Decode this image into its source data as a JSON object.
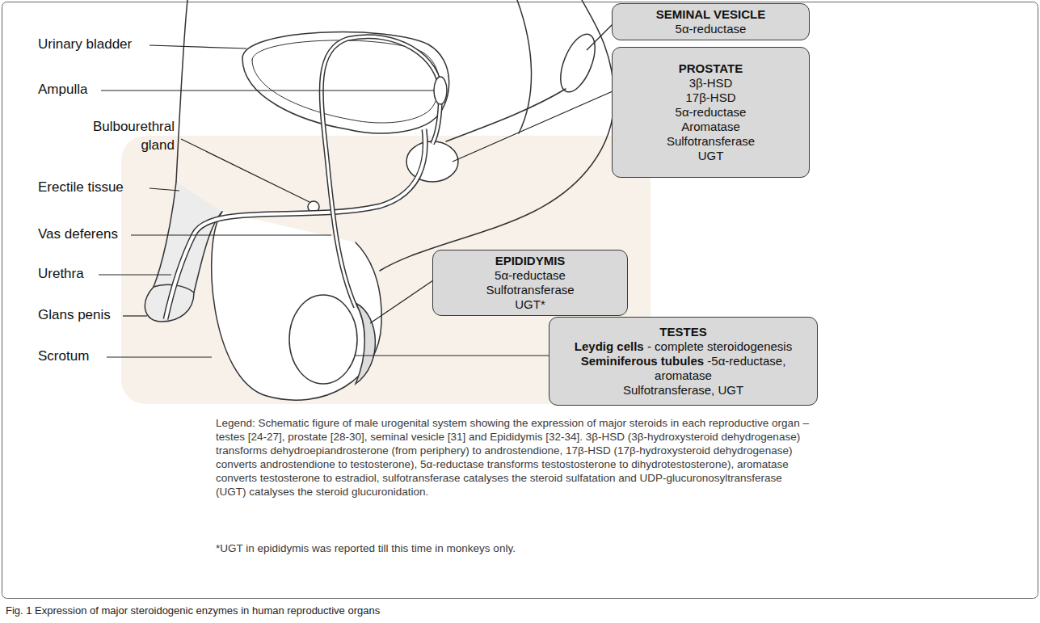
{
  "diagram": {
    "caption": "Fig. 1 Expression of major steroidogenic enzymes in human reproductive organs",
    "nodes": [
      {
        "text": [
          "SEMINAL VESICLE",
          "5α-reductase"
        ]
      },
      {
        "text": [
          "PROSTATE",
          "3β-HSD",
          "17β-HSD",
          "5α-reductase",
          "Aromatase",
          "Sulfotransferase",
          "UGT"
        ]
      },
      {
        "text": [
          "EPIDIDYMIS",
          "5α-reductase",
          "Sulfotransferase",
          "UGT*"
        ]
      },
      {
        "text": [
          "TESTES",
          "Leydig cells",
          "- complete steroidogenesis",
          "Seminiferous tubules",
          "-5α-reductase, aromatase",
          "Sulfotransferase, UGT"
        ]
      }
    ],
    "labels": [
      "Urinary bladder",
      "Ampulla",
      "Bulbourethral gland",
      "Erectile tissue",
      "Vas deferens",
      "Urethra",
      "Glans penis",
      "Scrotum",
      "Legend: Schematic figure of male urogenital system showing the expression of major steroids in each reproductive organ – testes [24-27], prostate [28-30], seminal vesicle [31] and Epididymis [32-34]. 3β-HSD (3β-hydroxysteroid dehydrogenase) transforms dehydroepiandrosterone (from periphery) to androstendione, 17β-HSD (17β-hydroxysteroid dehydrogenase) converts androstendione to testosterone), 5α-reductase transforms testostosterone to dihydrotestosterone), aromatase converts testosterone to estradiol, sulfotransferase catalyses the steroid sulfatation and UDP-glucuronosyltransferase (UGT) catalyses the steroid glucuronidation.",
      "*UGT in epididymis was reported till this time in monkeys only."
    ]
  }
}
